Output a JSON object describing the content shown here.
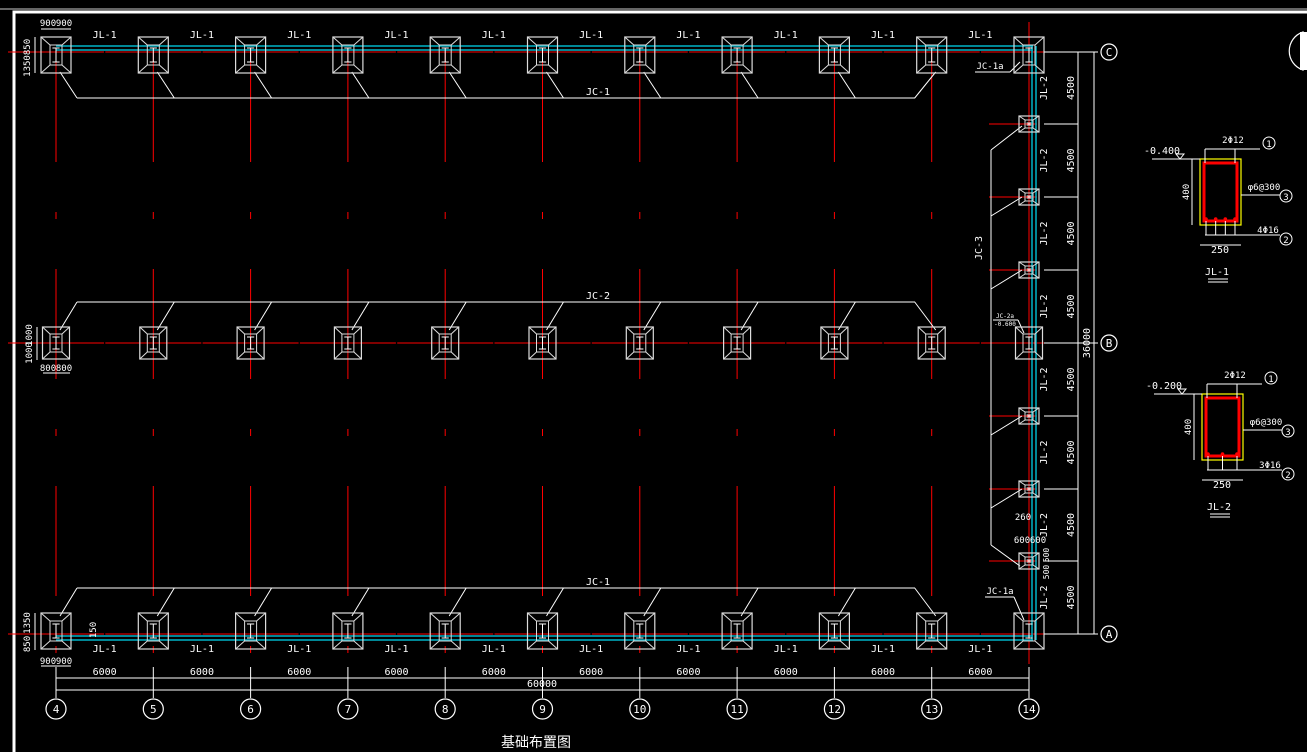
{
  "title": "基础布置图",
  "colors": {
    "background": "#000000",
    "lines": "#ffffff",
    "axis": "#ff0000",
    "beam": "#00b4c8",
    "axis_letter": "#00ff00",
    "section_outline": "#ffff00",
    "rebar": "#ff0000"
  },
  "axes_x": [
    "4",
    "5",
    "6",
    "7",
    "8",
    "9",
    "10",
    "11",
    "12",
    "13",
    "14"
  ],
  "axes_y": [
    "C",
    "B",
    "A"
  ],
  "bay_dims": [
    "6000",
    "6000",
    "6000",
    "6000",
    "6000",
    "6000",
    "6000",
    "6000",
    "6000",
    "6000"
  ],
  "total_x": "60000",
  "span_dims": [
    "4500",
    "4500",
    "4500",
    "4500",
    "4500",
    "4500",
    "4500",
    "4500"
  ],
  "total_y": "36000",
  "beams": {
    "top": "JL-1",
    "bottom": "JL-1",
    "right": "JL-2"
  },
  "foundations": {
    "top_group": "JC-1",
    "middle_group": "JC-2",
    "bottom_group": "JC-1",
    "side_group": "JC-3",
    "corner_top": "JC-1a",
    "corner_bottom": "JC-1a",
    "side_mid": "JC-2a",
    "side_mid_elev": "-0.600"
  },
  "footing_dims": {
    "top_w1": "900",
    "top_w2": "900",
    "top_h1": "1350",
    "top_h2": "850",
    "mid_w1": "800",
    "mid_w2": "800",
    "mid_h1": "1000",
    "mid_h2": "1000",
    "bot_w1": "900",
    "bot_w2": "900",
    "bot_h1": "850",
    "bot_h2": "1350",
    "offset": "150",
    "side_off": "260",
    "side_w1": "600",
    "side_w2": "600",
    "side_h1": "500",
    "side_h2": "500"
  },
  "sections": [
    {
      "name": "JL-1",
      "elev": "-0.400",
      "top_bars": "2Φ12",
      "stirrup": "φ6@300",
      "bottom_bars": "4Φ16",
      "height": "400",
      "width": "250",
      "callouts": [
        "1",
        "3",
        "2"
      ]
    },
    {
      "name": "JL-2",
      "elev": "-0.200",
      "top_bars": "2Φ12",
      "stirrup": "φ6@300",
      "bottom_bars": "3Φ16",
      "height": "400",
      "width": "250",
      "callouts": [
        "1",
        "3",
        "2"
      ]
    }
  ]
}
